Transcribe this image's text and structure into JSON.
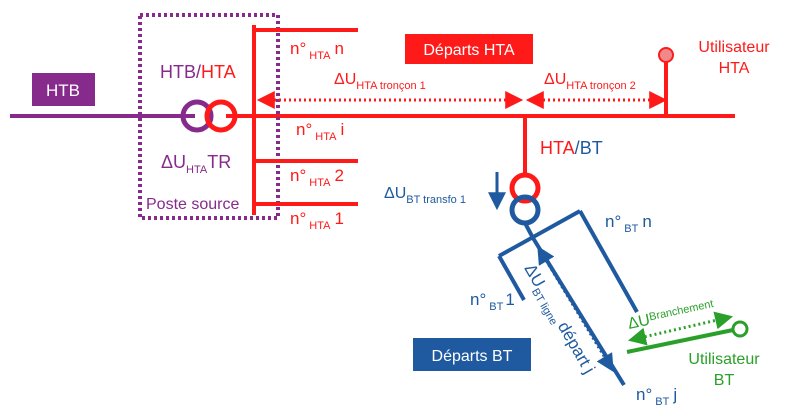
{
  "colors": {
    "purple": "#862a8c",
    "red": "#ff1a1a",
    "blue": "#1f5aa0",
    "green": "#2aa02a",
    "orange_dot": "#f08a8a",
    "white": "#ffffff"
  },
  "htb_label": "HTB",
  "htb_hta": {
    "part1": "HTB",
    "slash": "/",
    "part2": "HTA"
  },
  "poste_source_label": "Poste source",
  "hta_tr": {
    "delta": "ΔU",
    "sub": "HTA",
    "suffix": "TR"
  },
  "departs_hta_label": "Départs HTA",
  "departs_bt_label": "Départs BT",
  "hta_feeders": [
    {
      "prefix": "n°",
      "sub": "HTA",
      "suffix": "n"
    },
    {
      "prefix": "n°",
      "sub": "HTA",
      "suffix": "i"
    },
    {
      "prefix": "n°",
      "sub": "HTA",
      "suffix": "2"
    },
    {
      "prefix": "n°",
      "sub": "HTA",
      "suffix": "1"
    }
  ],
  "delta_hta_troncon1": {
    "delta": "ΔU",
    "sub": "HTA tronçon 1"
  },
  "delta_hta_troncon2": {
    "delta": "ΔU",
    "sub": "HTA tronçon 2"
  },
  "utilisateur_hta": {
    "line1": "Utilisateur",
    "line2": "HTA"
  },
  "hta_bt": {
    "part1": "HTA",
    "slash": "/",
    "part2": "BT"
  },
  "delta_bt_transfo": {
    "delta": "ΔU",
    "sub": "BT transfo 1"
  },
  "bt_feeders": [
    {
      "prefix": "n°",
      "sub": "BT",
      "suffix": "n"
    },
    {
      "prefix": "n°",
      "sub": "BT",
      "suffix": "1"
    },
    {
      "prefix": "n°",
      "sub": "BT",
      "suffix": "j"
    }
  ],
  "delta_bt_ligne": {
    "delta": "ΔU",
    "sub": "BT ligne",
    "suffix": "départ j"
  },
  "delta_branchement": {
    "delta": "ΔU",
    "sub": "Branchement"
  },
  "utilisateur_bt": {
    "line1": "Utilisateur",
    "line2": "BT"
  }
}
